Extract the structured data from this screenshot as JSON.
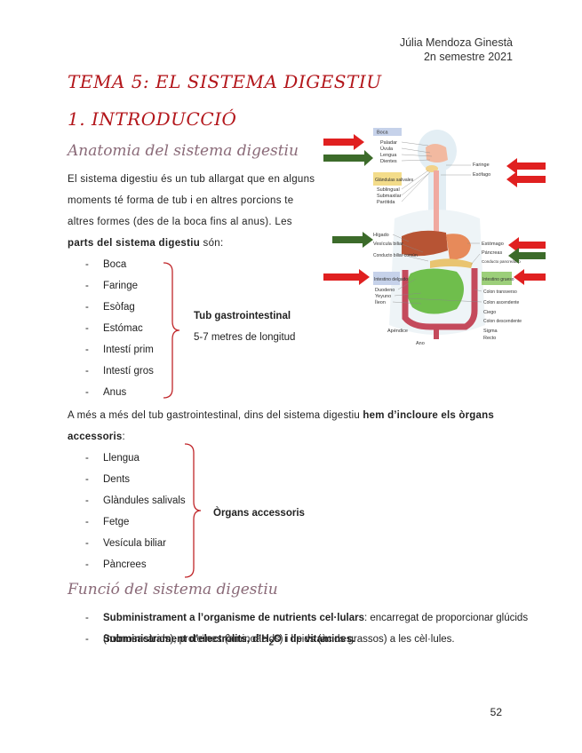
{
  "header": {
    "author": "Júlia Mendoza Ginestà",
    "semester": "2n semestre 2021"
  },
  "title": "TEMA 5: EL SISTEMA DIGESTIU",
  "section": "1. INTRODUCCIÓ",
  "anatomy": {
    "heading": "Anatomia del sistema digestiu",
    "intro_a": "El sistema digestiu és un tub allargat que en alguns moments té forma de tub i en altres porcions te altres formes (des de la boca fins al anus). Les ",
    "intro_bold": "parts del sistema digestiu",
    "intro_b": " són:",
    "parts": [
      "Boca",
      "Faringe",
      "Esòfag",
      "Estómac",
      "Intestí prim",
      "Intestí gros",
      "Anus"
    ],
    "group_label": "Tub gastrointestinal",
    "group_note": "5-7 metres de longitud",
    "accessory_a": "A més a més del tub gastrointestinal, dins del sistema digestiu ",
    "accessory_bold": "hem d’incloure els òrgans accessoris",
    "accessory_b": ":",
    "accessories": [
      "Llengua",
      "Dents",
      "Glàndules salivals",
      "Fetge",
      "Vesícula biliar",
      "Pàncrees"
    ],
    "accessory_label": "Òrgans accessoris"
  },
  "function": {
    "heading": "Funció del sistema digestiu",
    "item1_bold": "Subministrament a l’organisme de nutrients cel·lulars",
    "item1_text": ": encarregat de proporcionar glúcids (monosacàrids), proteïnes (aminoàcids) i lípids (àcids grassos) a les cèl·lules.",
    "item2_bold_a": "Subministrament d’electròlits, d’H",
    "item2_sub": "2",
    "item2_bold_b": "O i de vitamines."
  },
  "figure": {
    "box_boca": "Boca",
    "box_glandulas": "Glándulas salivales",
    "box_intestino_delgado": "Intestino delgado",
    "box_intestino_grueso": "Intestino grueso",
    "l_paladar": "Paladar",
    "l_uvula": "Úvula",
    "l_lengua": "Lengua",
    "l_dientes": "Dientes",
    "l_sublingual": "Sublingual",
    "l_submaxilar": "Submaxilar",
    "l_parotida": "Parótida",
    "l_faringe": "Faringe",
    "l_esofago": "Esófago",
    "l_higado": "Hígado",
    "l_vesicula": "Vesícula biliar",
    "l_conducto_biliar": "Conducto biliar común",
    "l_estomago": "Estómago",
    "l_pancreas": "Páncreas",
    "l_conducto_pancreatico": "Conducto pancreático",
    "l_duodeno": "Duodeno",
    "l_yeyuno": "Yeyuno",
    "l_ileon": "Íleon",
    "l_apendice": "Apéndice",
    "l_ano": "Ano",
    "l_colon_transverso": "Colon transverso",
    "l_colon_ascendente": "Colon ascendente",
    "l_ciego": "Ciego",
    "l_colon_descendente": "Colon descendente",
    "l_sigma": "Sigma",
    "l_recto": "Recto",
    "colors": {
      "red_arrow": "#e02020",
      "green_arrow": "#3c6b2a",
      "title_red": "#b3161b"
    }
  },
  "page_number": "52"
}
